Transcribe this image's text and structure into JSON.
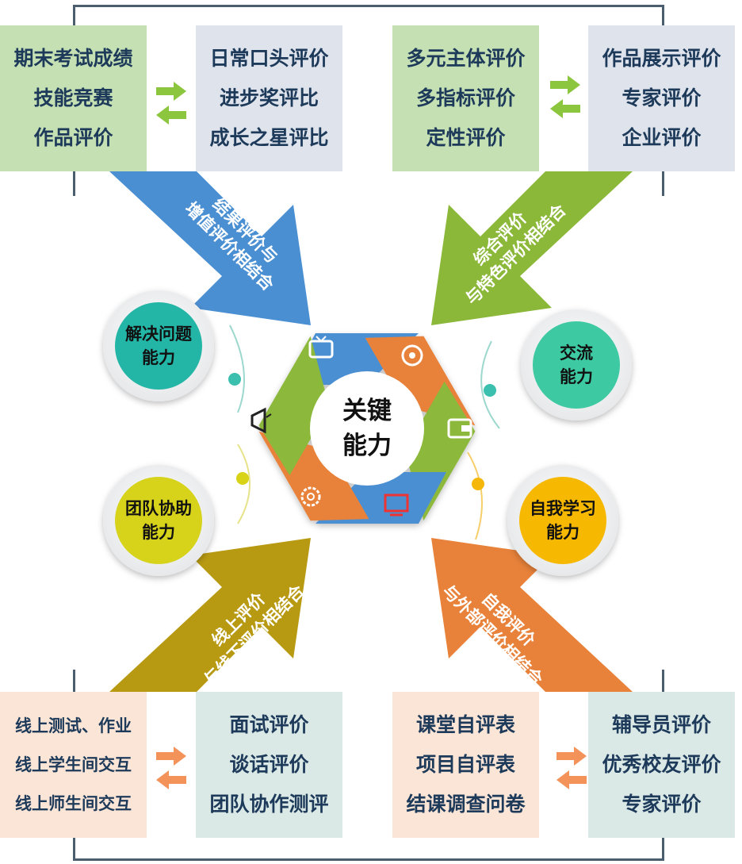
{
  "colors": {
    "green_box": "#c5e0b3",
    "gray_box": "#dfe4ec",
    "peach_box": "#fbe5d6",
    "teal_box": "#dbe9e6",
    "box_text": "#1d3a5a",
    "arrow_blue": "#4b8fd3",
    "arrow_green": "#8cb83a",
    "arrow_olive": "#b89a12",
    "arrow_orange": "#e8823a",
    "bracket": "#4a5e6f"
  },
  "top_left": {
    "left_items": [
      "期末考试成绩",
      "技能竞赛",
      "作品评价"
    ],
    "right_items": [
      "日常口头评价",
      "进步奖评比",
      "成长之星评比"
    ],
    "arrow_label": [
      "结果评价与",
      "增值评价相结合"
    ]
  },
  "top_right": {
    "left_items": [
      "多元主体评价",
      "多指标评价",
      "定性评价"
    ],
    "right_items": [
      "作品展示评价",
      "专家评价",
      "企业评价"
    ],
    "arrow_label": [
      "综合评价",
      "与特色评价相结合"
    ]
  },
  "bottom_left": {
    "left_items": [
      "线上测试、作业",
      "线上学生间交互",
      "线上师生间交互"
    ],
    "right_items": [
      "面试评价",
      "谈话评价",
      "团队协作测评"
    ],
    "arrow_label": [
      "线上评价",
      "与线下评价相结合"
    ]
  },
  "bottom_right": {
    "left_items": [
      "课堂自评表",
      "项目自评表",
      "结课调查问卷"
    ],
    "right_items": [
      "辅导员评价",
      "优秀校友评价",
      "专家评价"
    ],
    "arrow_label": [
      "自我评价",
      "与外部评价相结合"
    ]
  },
  "center": {
    "line1": "关键",
    "line2": "能力"
  },
  "abilities": {
    "problem_solving": [
      "解决问题",
      "能力"
    ],
    "communication": [
      "交流",
      "能力"
    ],
    "teamwork": [
      "团队协助",
      "能力"
    ],
    "self_learning": [
      "自我学习",
      "能力"
    ]
  }
}
